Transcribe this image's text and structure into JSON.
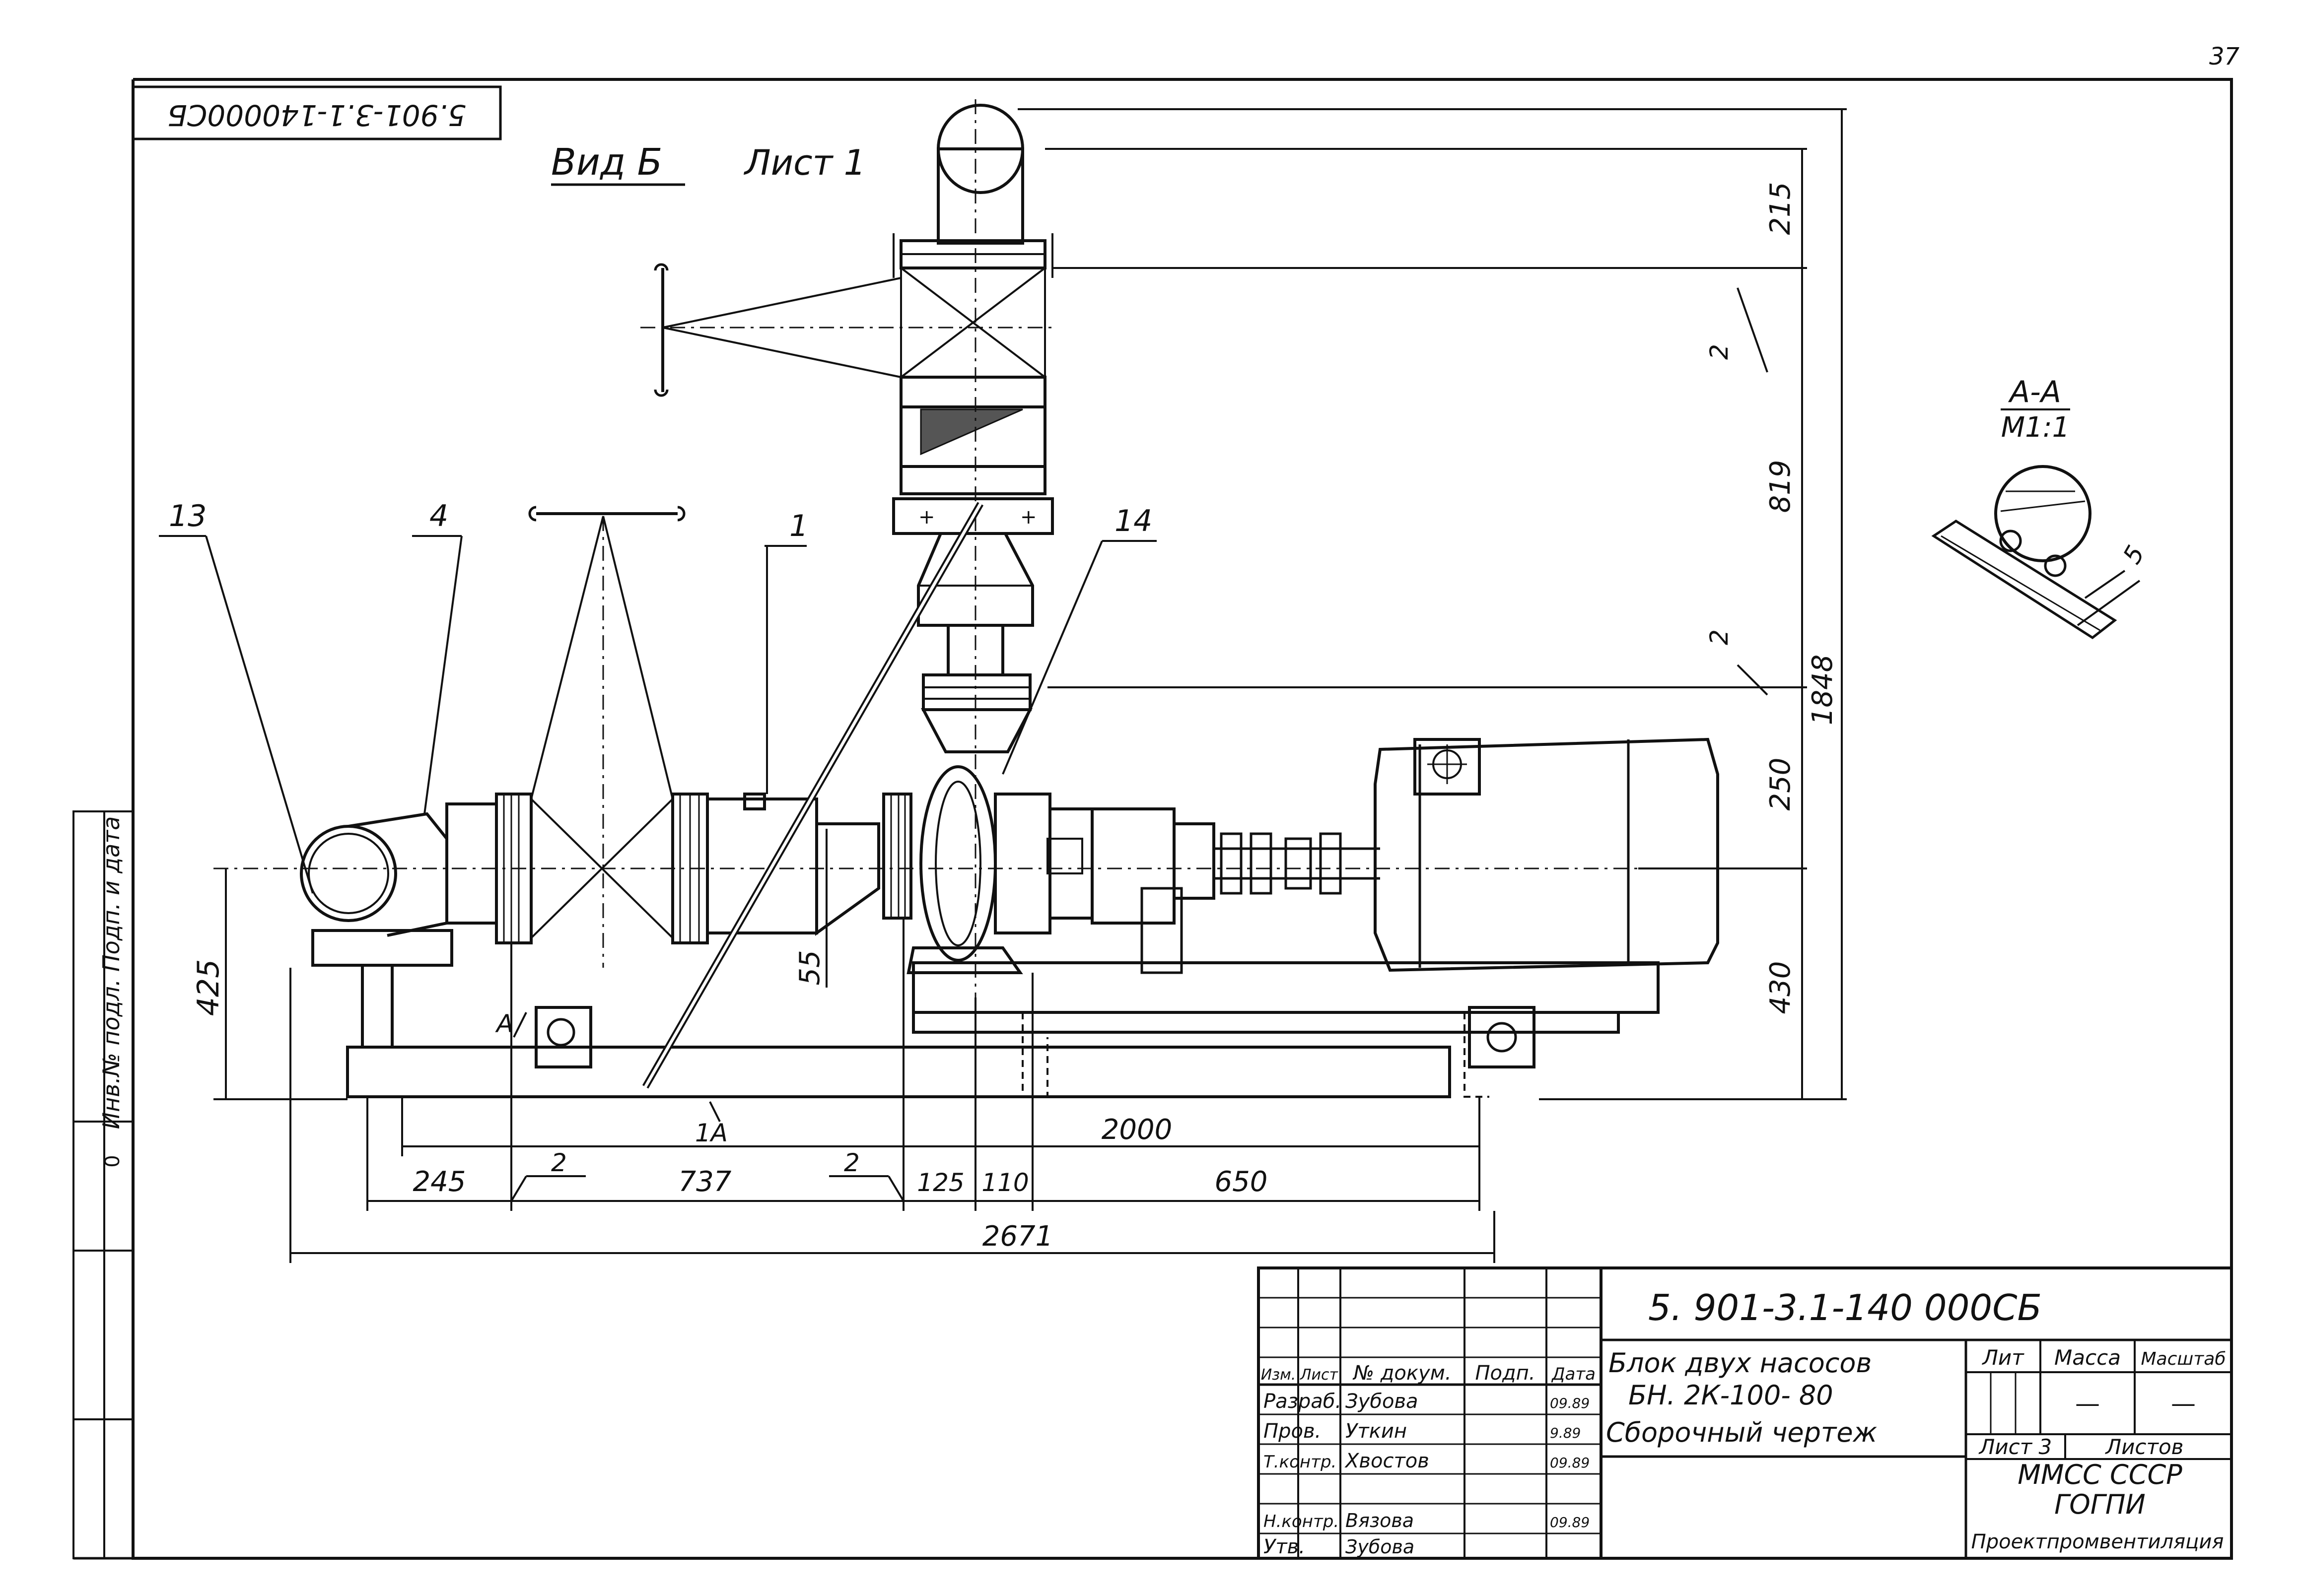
{
  "sheet": {
    "page_number": "37",
    "doc_code_rotated": "5.901-3.1-140000СБ",
    "view_title": "Вид Б",
    "sheet_label": "Лист 1",
    "side_stamp_label": "Инв.№ подл. Подп. и дата",
    "side_stamp_zero": "0"
  },
  "leaders": {
    "pos13": "13",
    "pos4": "4",
    "pos1": "1",
    "pos14": "14",
    "pos2a": "2",
    "pos2b": "2",
    "pos2c": "2",
    "pos2d": "2",
    "section_mark": "А",
    "section_mark_bottom": "1А"
  },
  "section": {
    "title": "А-А",
    "scale": "М1:1",
    "weld": "5"
  },
  "dimensions": {
    "d215": "215",
    "d819": "819",
    "d1848": "1848",
    "d250": "250",
    "d430": "430",
    "d425": "425",
    "d55": "55",
    "d2000": "2000",
    "d245": "245",
    "d737": "737",
    "d125": "125",
    "d110": "110",
    "d650": "650",
    "d2671": "2671"
  },
  "title_block": {
    "designation": "5. 901-3.1-140 000СБ",
    "name_line1": "Блок двух насосов",
    "name_line2": "БН. 2К-100- 80",
    "name_line3": "Сборочный чертеж",
    "col_lit": "Лит",
    "col_mass": "Масса",
    "col_scale": "Масштаб",
    "mass_value": "—",
    "scale_value": "—",
    "sheet_label": "Лист 3",
    "sheets_label": "Листов",
    "org_line1": "ММСС СССР",
    "org_line2": "ГОГПИ",
    "org_line3": "Проектпромвентиляция",
    "head_row": [
      "Изм.",
      "Лист",
      "№ докум.",
      "Подп.",
      "Дата"
    ],
    "rows": [
      [
        "Разраб.",
        "Зубова",
        "",
        "09.89"
      ],
      [
        "Пров.",
        "Уткин",
        "",
        "9.89"
      ],
      [
        "Т.контр.",
        "Хвостов",
        "",
        "09.89"
      ],
      [
        "",
        "",
        "",
        ""
      ],
      [
        "Н.контр.",
        "Вязова",
        "",
        "09.89"
      ],
      [
        "Утв.",
        "Зубова",
        "",
        ""
      ]
    ]
  }
}
